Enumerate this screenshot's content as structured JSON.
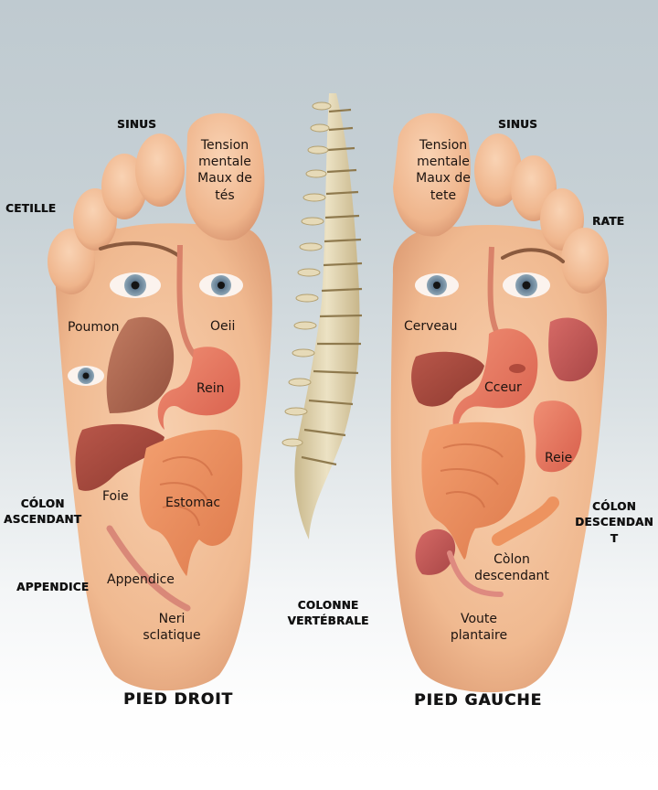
{
  "figure": {
    "title": "Foot reflexology chart",
    "colors": {
      "background_top": "#bfcad0",
      "background_bottom": "#ffffff",
      "skin": "#f2bf98",
      "skin_shade": "#e0a17a",
      "organ_red": "#a6493c",
      "intestine": "#e98a5c",
      "stomach": "#e67561",
      "spine_bone": "#ddd0aa",
      "text": "#111111"
    }
  },
  "right_foot": {
    "title": "PIED DROIT",
    "outer_labels": {
      "sinus": "SINUS",
      "eye": "CETILLE",
      "colon": "CÓLON\nASCENDANT",
      "appendix": "APPENDICE"
    },
    "inner_labels": {
      "big_toe": "Tension\nmentale\nMaux de tés",
      "lung": "Poumon",
      "eye": "Oeii",
      "kidney": "Rein",
      "liver": "Foie",
      "stomach": "Estomac",
      "appendix": "Appendice",
      "sciatic": "Neri\nsclatique"
    }
  },
  "left_foot": {
    "title": "PIED GAUCHE",
    "outer_labels": {
      "sinus": "SINUS",
      "spleen": "RATE",
      "colon": "CÓLON\nDESCENDAN\nT"
    },
    "inner_labels": {
      "big_toe": "Tension\nmentale\nMaux de\ntete",
      "brain": "Cerveau",
      "heart": "Cceur",
      "kidney": "Reie",
      "colon": "Còlon\ndescendant",
      "arch": "Voute\nplantaire"
    }
  },
  "spine": {
    "label": "COLONNE\nVERTÉBRALE"
  }
}
